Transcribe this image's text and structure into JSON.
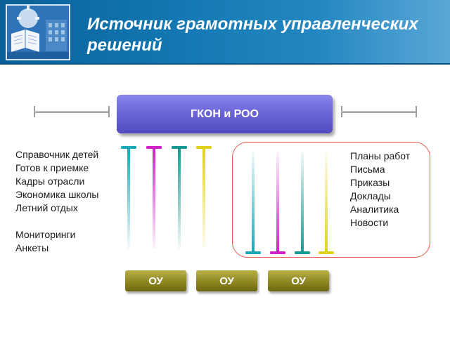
{
  "header": {
    "title": "Источник грамотных управленческих решений"
  },
  "center_box": {
    "label": "ГКОН и РОО"
  },
  "left_items": [
    "Справочник детей",
    "Готов к приемке",
    "Кадры отрасли",
    "Экономика школы",
    "Летний отдых",
    "",
    "Мониторинги",
    "Анкеты"
  ],
  "right_items": [
    "Планы работ",
    "Письма",
    "Приказы",
    "Доклады",
    "Аналитика",
    "Новости"
  ],
  "ou_boxes": [
    "ОУ",
    "ОУ",
    "ОУ"
  ],
  "colors": {
    "header": "#1378b3",
    "center_box": "#6c66d8",
    "ou_box": "#8e8721",
    "frame": "#e2584d",
    "bar_cyan": "#1aa7b8",
    "bar_magenta": "#d21fc8",
    "bar_teal": "#159a92",
    "bar_yellow": "#e0d21c"
  }
}
